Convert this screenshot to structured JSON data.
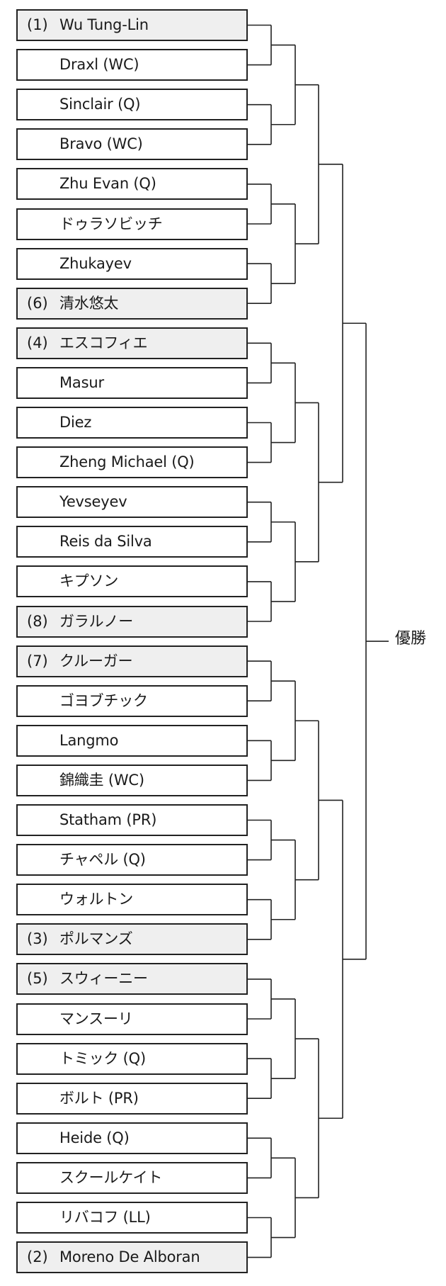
{
  "entrants": [
    {
      "seed": "(1)",
      "name": "Wu Tung-Lin"
    },
    {
      "seed": "",
      "name": "Draxl (WC)"
    },
    {
      "seed": "",
      "name": "Sinclair (Q)"
    },
    {
      "seed": "",
      "name": "Bravo (WC)"
    },
    {
      "seed": "",
      "name": "Zhu Evan (Q)"
    },
    {
      "seed": "",
      "name": "ドゥラソビッチ"
    },
    {
      "seed": "",
      "name": "Zhukayev"
    },
    {
      "seed": "(6)",
      "name": "清水悠太"
    },
    {
      "seed": "(4)",
      "name": "エスコフィエ"
    },
    {
      "seed": "",
      "name": "Masur"
    },
    {
      "seed": "",
      "name": "Diez"
    },
    {
      "seed": "",
      "name": "Zheng Michael (Q)"
    },
    {
      "seed": "",
      "name": "Yevseyev"
    },
    {
      "seed": "",
      "name": "Reis da Silva"
    },
    {
      "seed": "",
      "name": "キプソン"
    },
    {
      "seed": "(8)",
      "name": "ガラルノー"
    },
    {
      "seed": "(7)",
      "name": "クルーガー"
    },
    {
      "seed": "",
      "name": "ゴヨブチック"
    },
    {
      "seed": "",
      "name": "Langmo"
    },
    {
      "seed": "",
      "name": "錦織圭 (WC)"
    },
    {
      "seed": "",
      "name": "Statham (PR)"
    },
    {
      "seed": "",
      "name": "チャペル (Q)"
    },
    {
      "seed": "",
      "name": "ウォルトン"
    },
    {
      "seed": "(3)",
      "name": "ポルマンズ"
    },
    {
      "seed": "(5)",
      "name": "スウィーニー"
    },
    {
      "seed": "",
      "name": "マンスーリ"
    },
    {
      "seed": "",
      "name": "トミック (Q)"
    },
    {
      "seed": "",
      "name": "ボルト (PR)"
    },
    {
      "seed": "",
      "name": "Heide (Q)"
    },
    {
      "seed": "",
      "name": "スクールケイト"
    },
    {
      "seed": "",
      "name": "リバコフ (LL)"
    },
    {
      "seed": "(2)",
      "name": "Moreno De Alboran"
    }
  ],
  "champion_label": "優勝",
  "colors": {
    "line": "#222222",
    "seeded_fill": "#efefef",
    "border": "#222222"
  }
}
